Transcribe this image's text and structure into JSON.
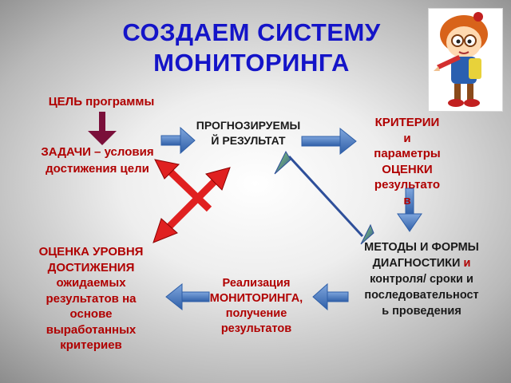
{
  "title": {
    "line1": "СОЗДАЕМ СИСТЕМУ",
    "line2": "МОНИТОРИНГА"
  },
  "nodes": {
    "goal": "ЦЕЛЬ программы",
    "tasks_line1": "ЗАДАЧИ – условия",
    "tasks_line2": "достижения цели",
    "result_line1": "ПРОГНОЗИРУЕМЫ",
    "result_line2": "Й РЕЗУЛЬТАТ",
    "criteria_lines": [
      "КРИТЕРИИ",
      "и",
      "параметры",
      "ОЦЕНКИ",
      "результато",
      "в"
    ],
    "methods_line1": "МЕТОДЫ И ФОРМЫ",
    "methods_line2": "ДИАГНОСТИКИ",
    "methods_and": "и",
    "methods_line3": "контроля/ сроки и",
    "methods_line4": "последовательност",
    "methods_line5": "ь проведения",
    "implementation_lines": [
      "Реализация",
      "МОНИТОРИНГА,",
      "получение",
      "результатов"
    ],
    "assessment_caps": [
      "ОЦЕНКА УРОВНЯ",
      "ДОСТИЖЕНИЯ"
    ],
    "assessment_rest": [
      "ожидаемых",
      "результатов на",
      "основе",
      "выработанных",
      "критериев"
    ]
  },
  "colors": {
    "title": "#1414c8",
    "dark_red_text": "#b00000",
    "blue_arrow": "#3a6fb7",
    "red_arrow": "#e02020",
    "maroon_arrow": "#7a0f3a"
  },
  "illustration": "cartoon-boy-with-pencil"
}
